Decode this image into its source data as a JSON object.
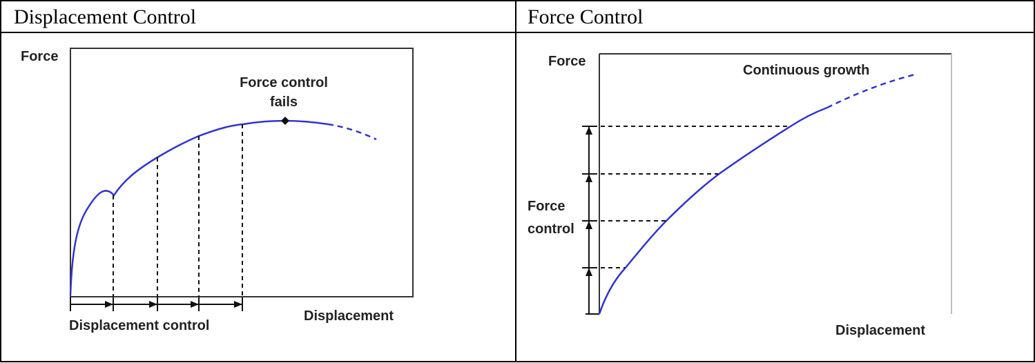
{
  "panels": [
    {
      "header": "Displacement Control",
      "y_axis_label": "Force",
      "x_axis_label": "Displacement",
      "annotation_line1": "Force control",
      "annotation_line2": "fails",
      "control_label": "Displacement control"
    },
    {
      "header": "Force Control",
      "y_axis_label": "Force",
      "x_axis_label": "Displacement",
      "annotation": "Continuous growth",
      "control_label_line1": "Force",
      "control_label_line2": "control"
    }
  ],
  "colors": {
    "curve": "#3333cc",
    "border": "#000000"
  }
}
